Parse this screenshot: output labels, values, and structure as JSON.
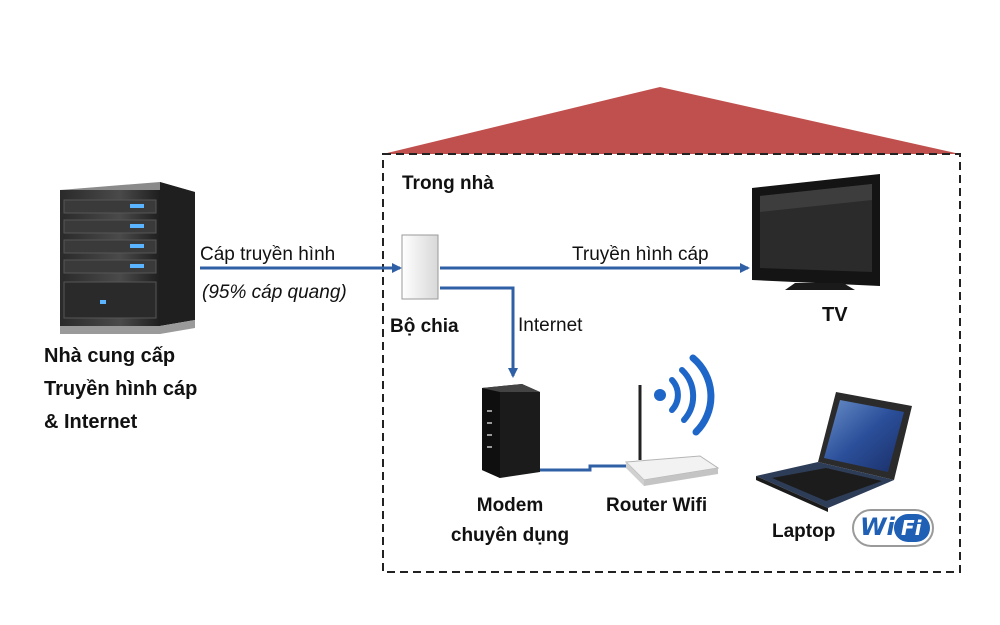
{
  "house": {
    "inside_label": "Trong nhà",
    "roof_color": "#c0504d"
  },
  "provider": {
    "lines": [
      "Nhà cung cấp",
      "Truyền hình cáp",
      "& Internet"
    ]
  },
  "links": {
    "cable_label": "Cáp truyền hình",
    "cable_note": "(95% cáp quang)",
    "tv_link_label": "Truyền hình cáp",
    "internet_label": "Internet",
    "arrow_color": "#2f5fa5"
  },
  "devices": {
    "splitter": "Bộ chia",
    "tv": "TV",
    "modem_lines": [
      "Modem",
      "chuyên dụng"
    ],
    "router": "Router Wifi",
    "laptop": "Laptop"
  },
  "wifi_badge": {
    "wi": "Wi",
    "fi": "Fi"
  }
}
